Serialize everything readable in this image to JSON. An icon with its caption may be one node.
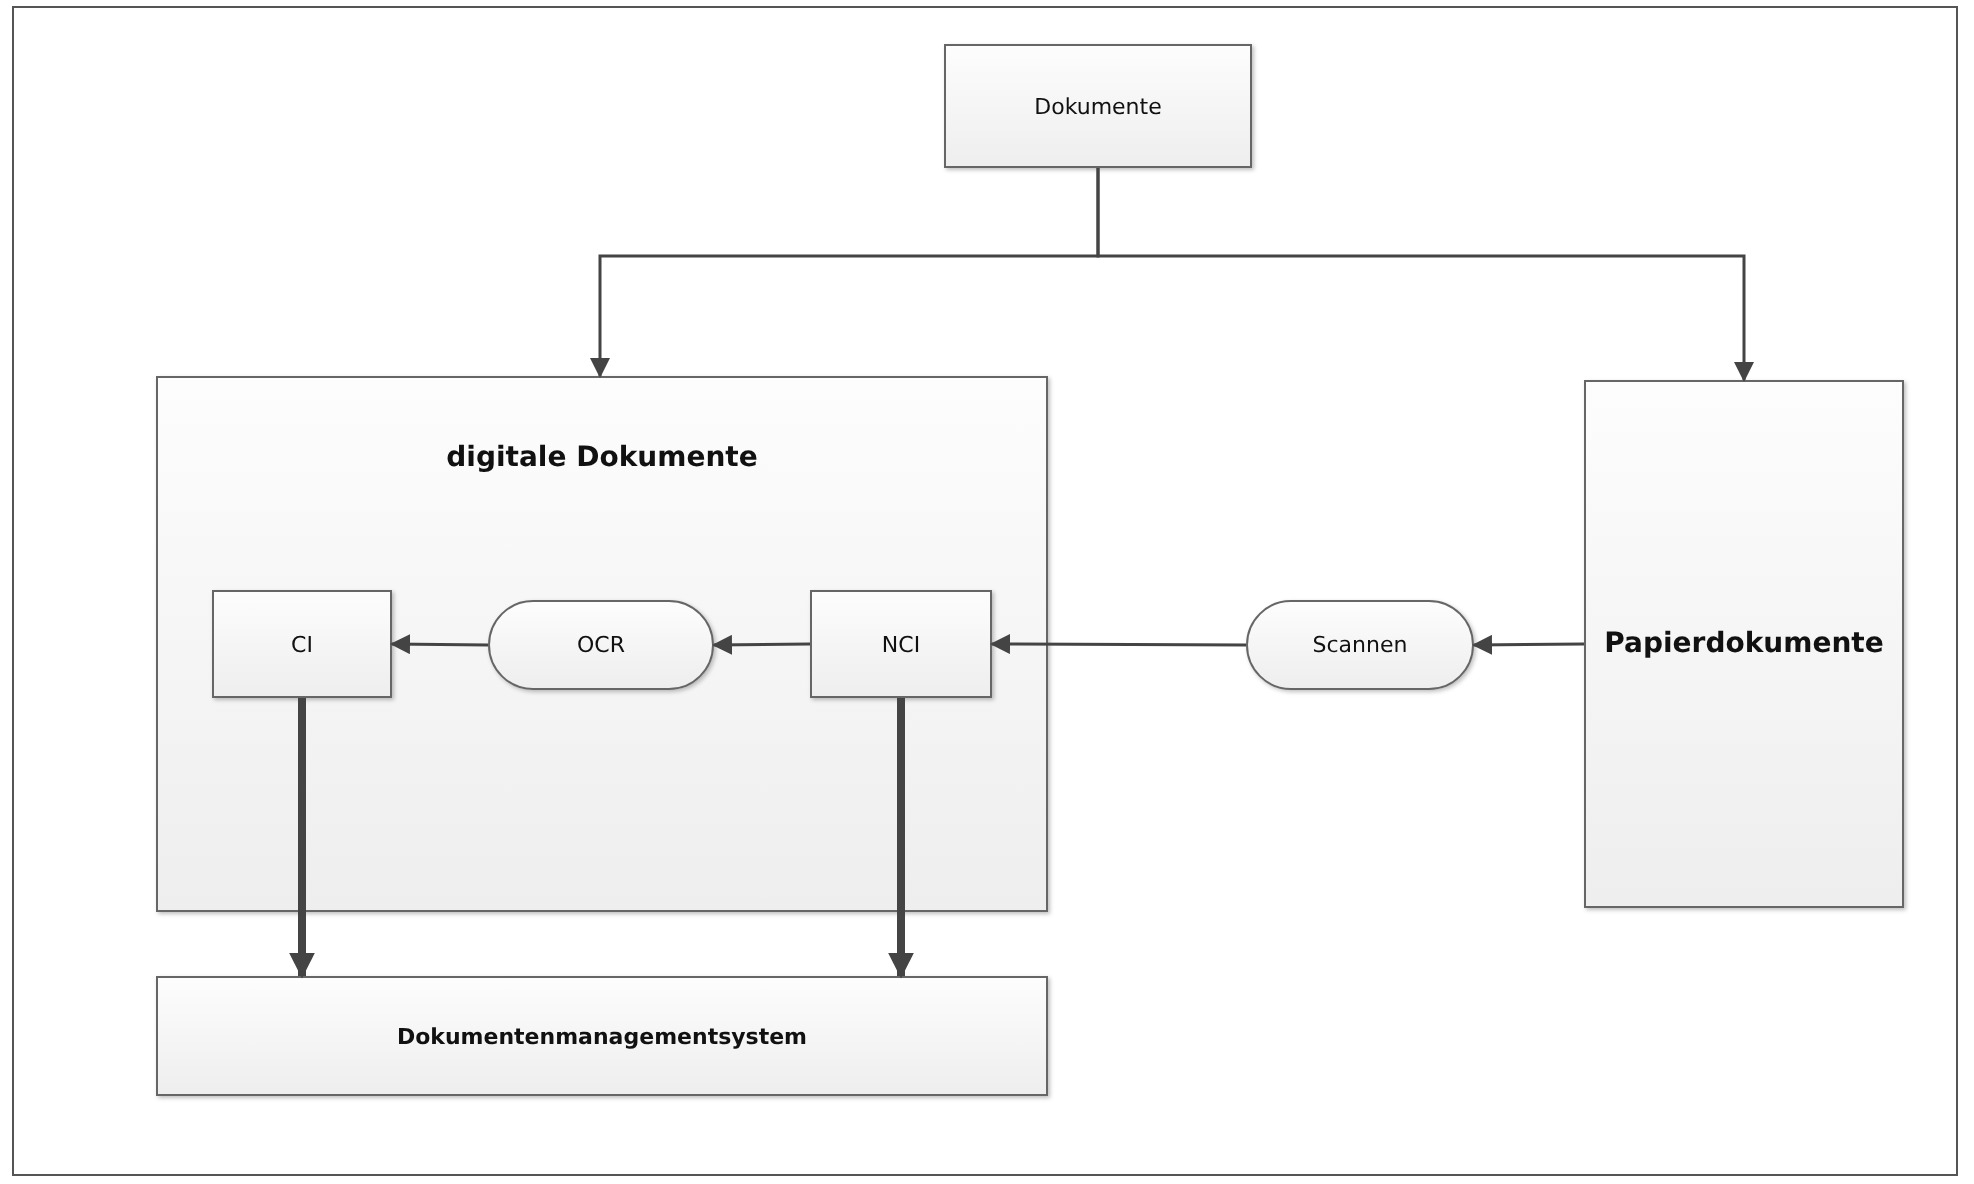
{
  "diagram": {
    "nodes": [
      {
        "text": [
          "Dokumente"
        ]
      },
      {
        "text": [
          "digitale Dokumente"
        ]
      },
      {
        "text": [
          "CI"
        ],
        "in": 1
      },
      {
        "text": [
          "OCR"
        ],
        "in": 1
      },
      {
        "text": [
          "NCI"
        ],
        "in": 1
      },
      {
        "text": [
          "Papierdokumente"
        ]
      },
      {
        "text": [
          "Scannen"
        ]
      },
      {
        "text": [
          "Dokumentenmanagementsystem"
        ]
      }
    ],
    "edges": [
      {
        "from": 0,
        "to": 1,
        "arrow": "to"
      },
      {
        "from": 0,
        "to": 5,
        "arrow": "to"
      },
      {
        "from": 5,
        "to": 6,
        "arrow": "to"
      },
      {
        "from": 6,
        "to": 4,
        "arrow": "to"
      },
      {
        "from": 4,
        "to": 3,
        "arrow": "to"
      },
      {
        "from": 3,
        "to": 2,
        "arrow": "to"
      },
      {
        "from": 2,
        "to": 7,
        "arrow": "to",
        "style": "thick"
      },
      {
        "from": 4,
        "to": 7,
        "arrow": "to",
        "style": "thick"
      }
    ]
  }
}
